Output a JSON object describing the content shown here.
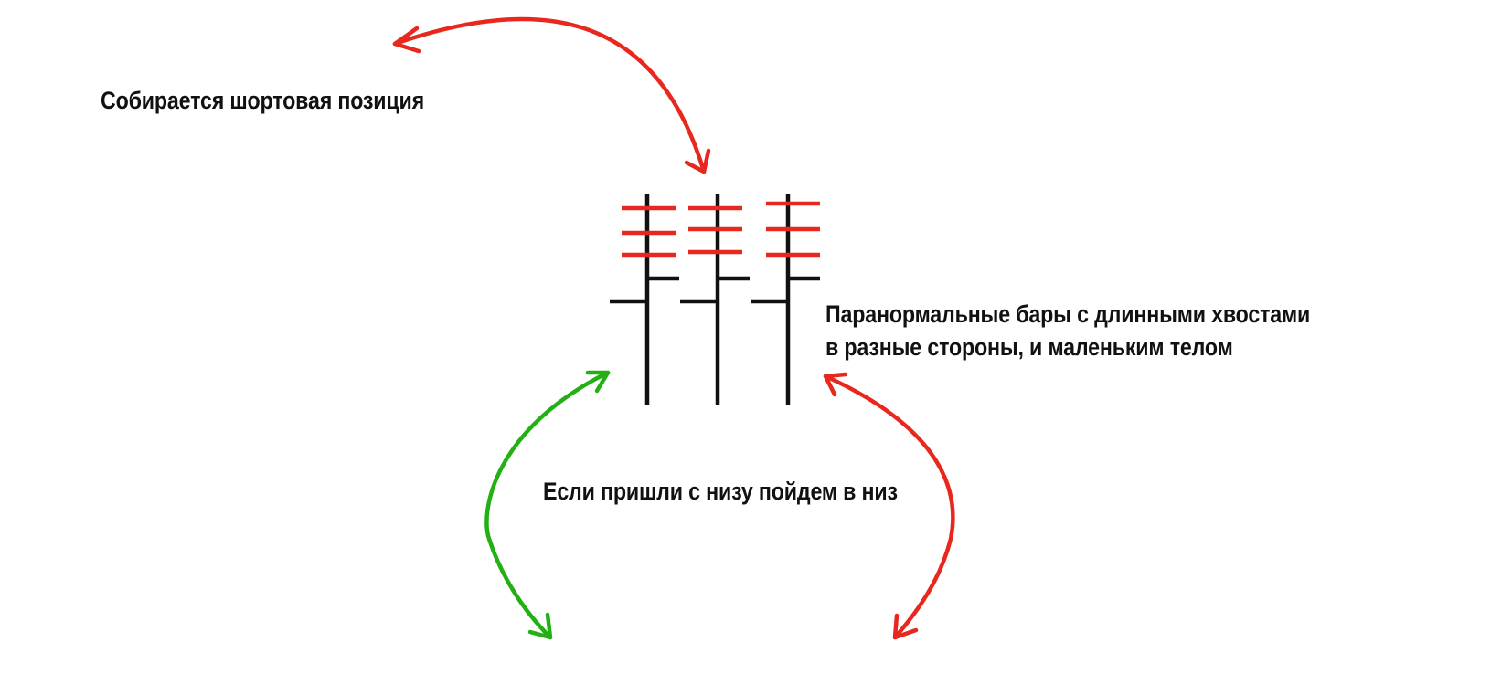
{
  "labels": {
    "short_position": "Собирается шортовая позиция",
    "paranormal_bars": {
      "line1": "Паранормальные бары с длинными хвостами",
      "line2": "в разные стороны, и маленьким телом"
    },
    "bottom_note": "Если пришли с низу пойдем в низ"
  },
  "colors": {
    "bars": "#111111",
    "short_levels": "#e8281e",
    "arrow_red": "#e8281e",
    "arrow_green": "#22b014",
    "text": "#111111"
  },
  "bar_count": 3,
  "short_level_count_per_bar": 3
}
